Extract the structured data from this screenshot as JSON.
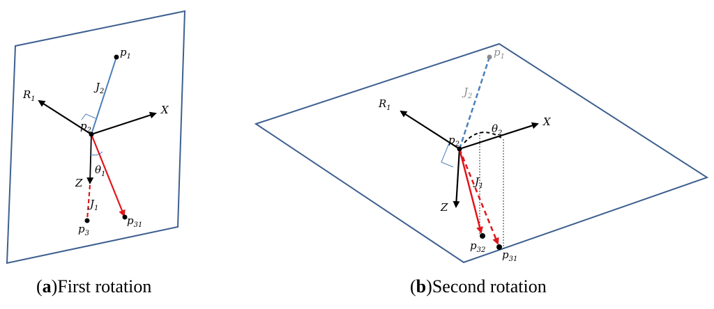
{
  "panel_a": {
    "caption": {
      "open": "(",
      "letter": "a",
      "close": ")",
      "text": "First rotation"
    },
    "labels": {
      "p1": "p",
      "p1_sub": "1",
      "J2": "J",
      "J2_sub": "2",
      "R1": "R",
      "R1_sub": "1",
      "X": "X",
      "p2": "p",
      "p2_sub": "2",
      "theta1": "θ",
      "theta1_sub": "1",
      "Z": "Z",
      "J1": "J",
      "J1_sub": "1",
      "p3": "p",
      "p3_sub": "3",
      "p31": "p",
      "p31_sub": "31"
    }
  },
  "panel_b": {
    "caption": {
      "open": "(",
      "letter": "b",
      "close": ")",
      "text": "Second rotation"
    },
    "labels": {
      "p1": "p",
      "p1_sub": "1",
      "J2": "J",
      "J2_sub": "2",
      "R1": "R",
      "R1_sub": "1",
      "X": "X",
      "theta2": "θ",
      "theta2_sub": "2",
      "p2": "p",
      "p2_sub": "2",
      "J1": "J",
      "J1_sub": "1",
      "Z": "Z",
      "p32": "p",
      "p32_sub": "32",
      "p31": "p",
      "p31_sub": "31"
    }
  },
  "colors": {
    "plane": "#3d5f8f",
    "blue_link": "#4a7ebb",
    "red": "#e0161c",
    "black": "#000000",
    "gray": "#8c8c8c"
  }
}
